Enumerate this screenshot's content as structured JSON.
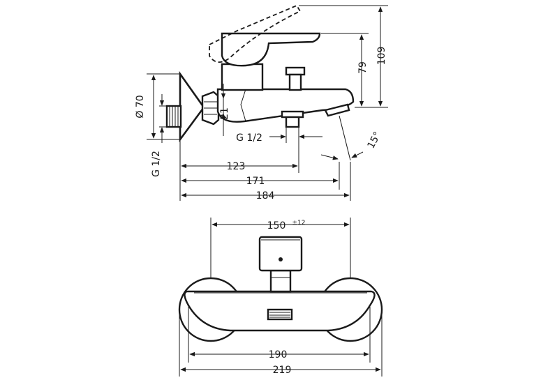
{
  "side_view": {
    "dims": {
      "h109": "109",
      "h79": "79",
      "d70": "Ø 70",
      "h21": "21",
      "g12_left": "G 1/2",
      "g12_bottom": "G 1/2",
      "angle": "15°",
      "w123": "123",
      "w171": "171",
      "w184": "184"
    }
  },
  "front_view": {
    "dims": {
      "w150": "150",
      "tol150": "±12",
      "w190": "190",
      "w219": "219"
    }
  },
  "colors": {
    "line": "#1a1a1a",
    "background": "#ffffff"
  }
}
